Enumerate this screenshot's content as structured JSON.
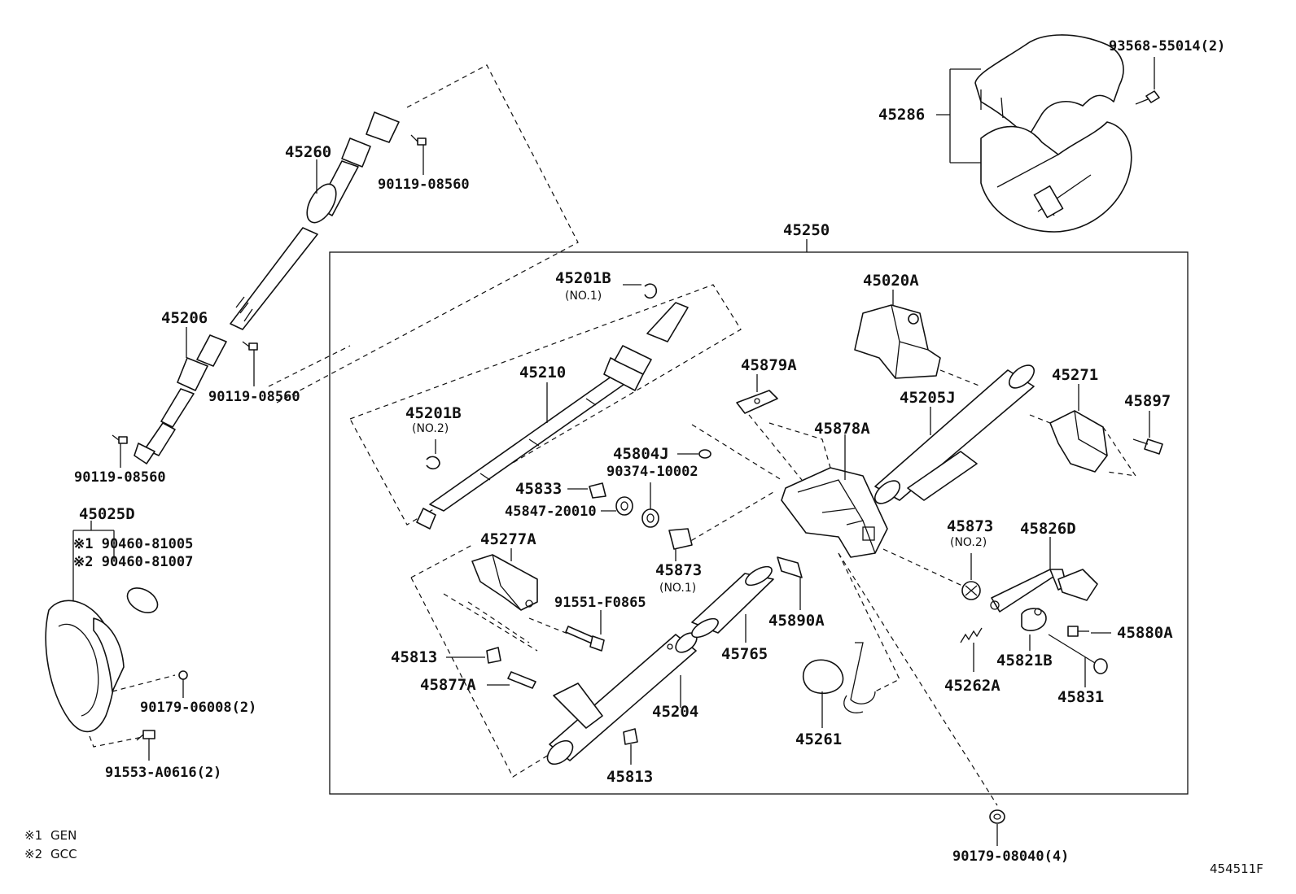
{
  "diagram": {
    "figure_id": "454511F",
    "assembly_label": "45250",
    "legend": [
      {
        "mark": "※1",
        "text": "GEN"
      },
      {
        "mark": "※2",
        "text": "GCC"
      }
    ],
    "parts": {
      "p93568": "93568-55014(2)",
      "p45286": "45286",
      "p45260": "45260",
      "p90119a": "90119-08560",
      "p45206": "45206",
      "p90119b": "90119-08560",
      "p90119c": "90119-08560",
      "p45025D": "45025D",
      "p90460a": "※1 90460-81005",
      "p90460b": "※2 90460-81007",
      "p90179a": "90179-06008(2)",
      "p91553": "91553-A0616(2)",
      "p45201B1": "45201B",
      "p45201B1sub": "(NO.1)",
      "p45210": "45210",
      "p45201B2": "45201B",
      "p45201B2sub": "(NO.2)",
      "p45020A": "45020A",
      "p45879A": "45879A",
      "p45205J": "45205J",
      "p45271": "45271",
      "p45897": "45897",
      "p45878A": "45878A",
      "p45804J": "45804J",
      "p90374": "90374-10002",
      "p45833": "45833",
      "p45847": "45847-20010",
      "p45873a": "45873",
      "p45873asub": "(NO.1)",
      "p45873b": "45873",
      "p45873bsub": "(NO.2)",
      "p45826D": "45826D",
      "p45277A": "45277A",
      "p91551": "91551-F0865",
      "p45890A": "45890A",
      "p45765": "45765",
      "p45813a": "45813",
      "p45877A": "45877A",
      "p45204": "45204",
      "p45813b": "45813",
      "p45261": "45261",
      "p45880A": "45880A",
      "p45821B": "45821B",
      "p45262A": "45262A",
      "p45831": "45831",
      "p90179b": "90179-08040(4)"
    }
  }
}
